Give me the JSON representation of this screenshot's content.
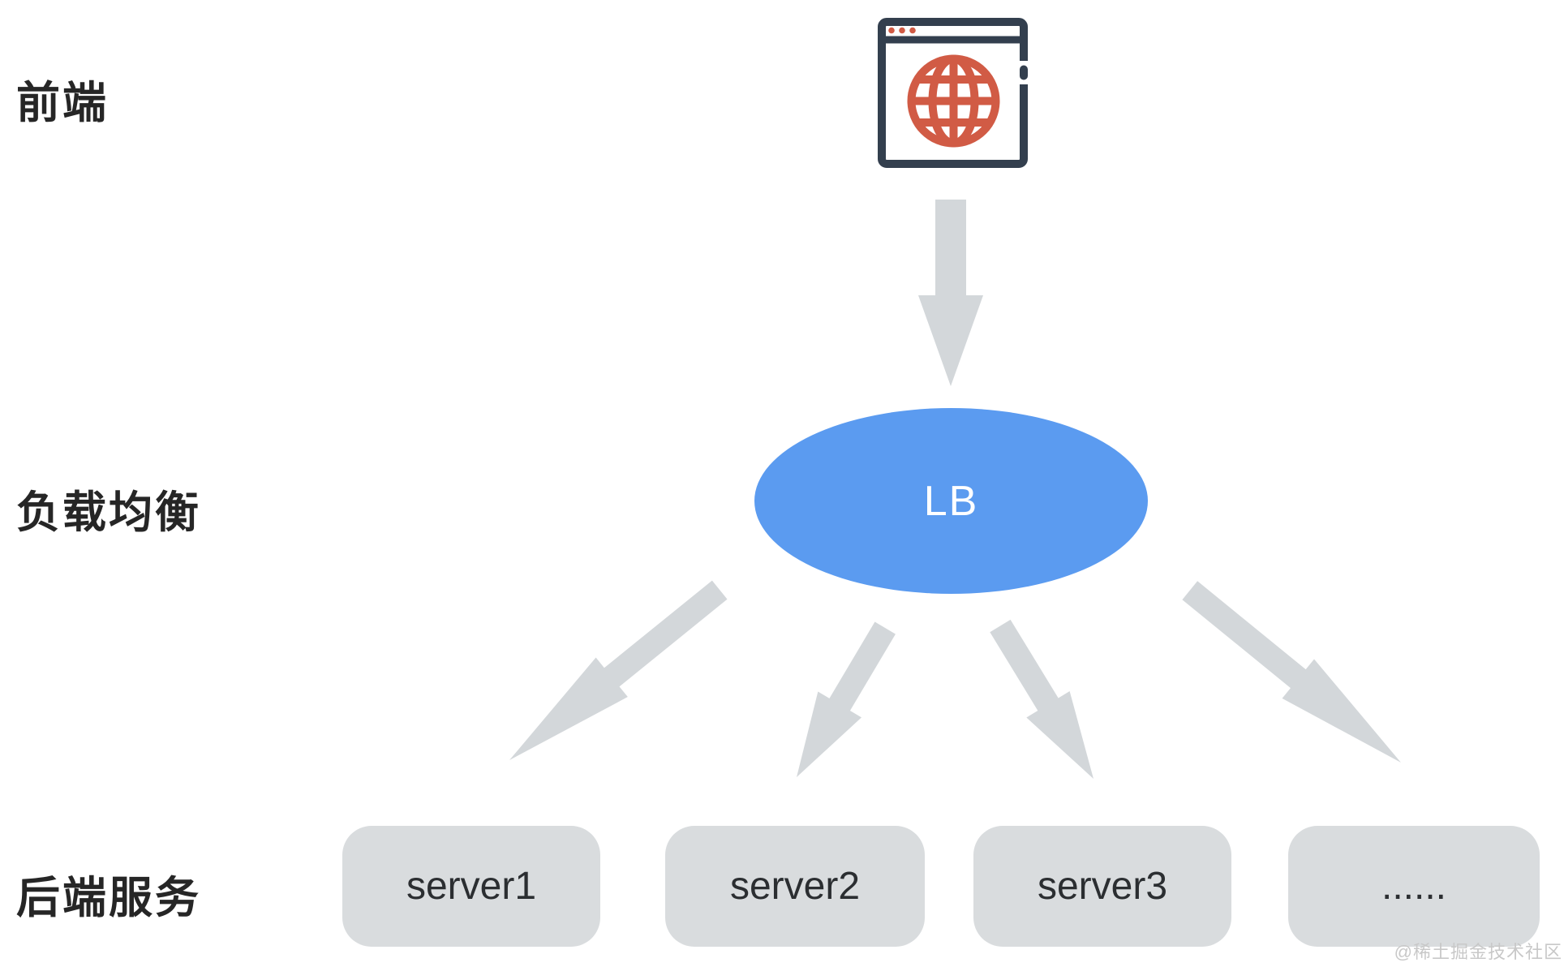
{
  "rows": {
    "frontend_label": "前端",
    "load_balancer_label": "负载均衡",
    "backend_label": "后端服务"
  },
  "frontend": {
    "icon": "browser-window-globe-icon"
  },
  "load_balancer": {
    "text": "LB",
    "shape": "ellipse"
  },
  "servers": [
    {
      "label": "server1"
    },
    {
      "label": "server2"
    },
    {
      "label": "server3"
    },
    {
      "label": "......"
    }
  ],
  "arrows": [
    {
      "from": "browser",
      "to": "load-balancer"
    },
    {
      "from": "load-balancer",
      "to": "server1"
    },
    {
      "from": "load-balancer",
      "to": "server2"
    },
    {
      "from": "load-balancer",
      "to": "server3"
    },
    {
      "from": "load-balancer",
      "to": "server-more"
    }
  ],
  "watermark": "@稀土掘金技术社区",
  "colors": {
    "lb_ellipse": "#5b9bf0",
    "lb_text": "#ffffff",
    "server_box": "#d9dcde",
    "server_text": "#2b2e31",
    "arrow": "#d3d7da",
    "label_text": "#262626",
    "icon_outline": "#333f4e",
    "icon_accent": "#d15b45",
    "watermark_text": "#c8c8c8",
    "background": "#ffffff"
  }
}
